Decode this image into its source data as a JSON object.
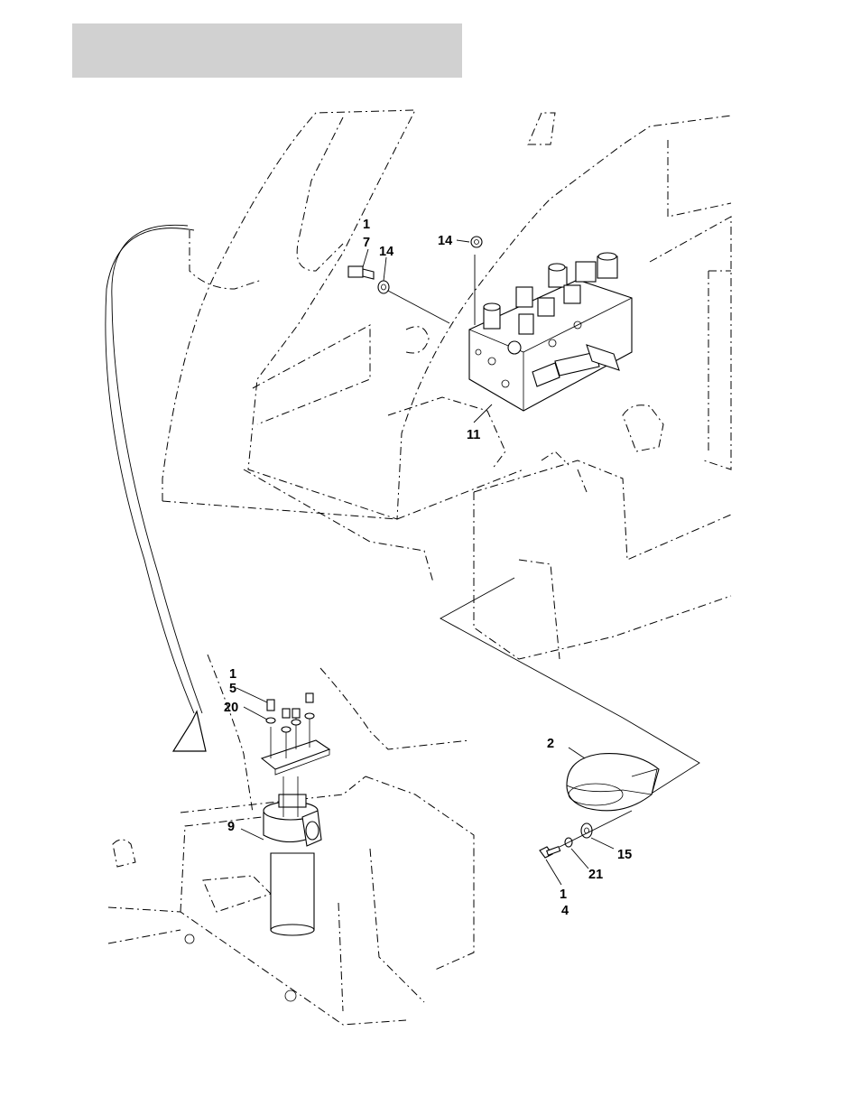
{
  "header": {
    "title": ""
  },
  "callouts": {
    "c1": "1",
    "c2": "7",
    "c3": "14",
    "c4": "14",
    "c5": "11",
    "c6": "1",
    "c7": "5",
    "c8": "20",
    "c9": "9",
    "c10": "2",
    "c11": "15",
    "c12": "21",
    "c13": "1",
    "c14": "4"
  }
}
